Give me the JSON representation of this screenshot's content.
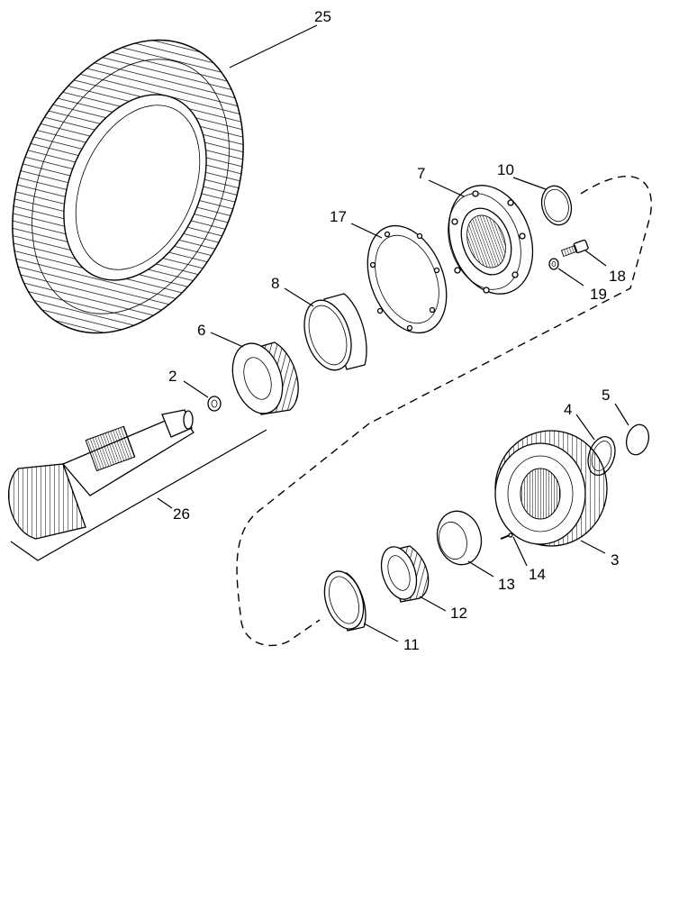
{
  "callouts": {
    "c25": "25",
    "c7": "7",
    "c10": "10",
    "c17": "17",
    "c18": "18",
    "c19": "19",
    "c8": "8",
    "c6": "6",
    "c2": "2",
    "c26": "26",
    "c4": "4",
    "c5": "5",
    "c3": "3",
    "c14": "14",
    "c13": "13",
    "c12": "12",
    "c11": "11"
  }
}
